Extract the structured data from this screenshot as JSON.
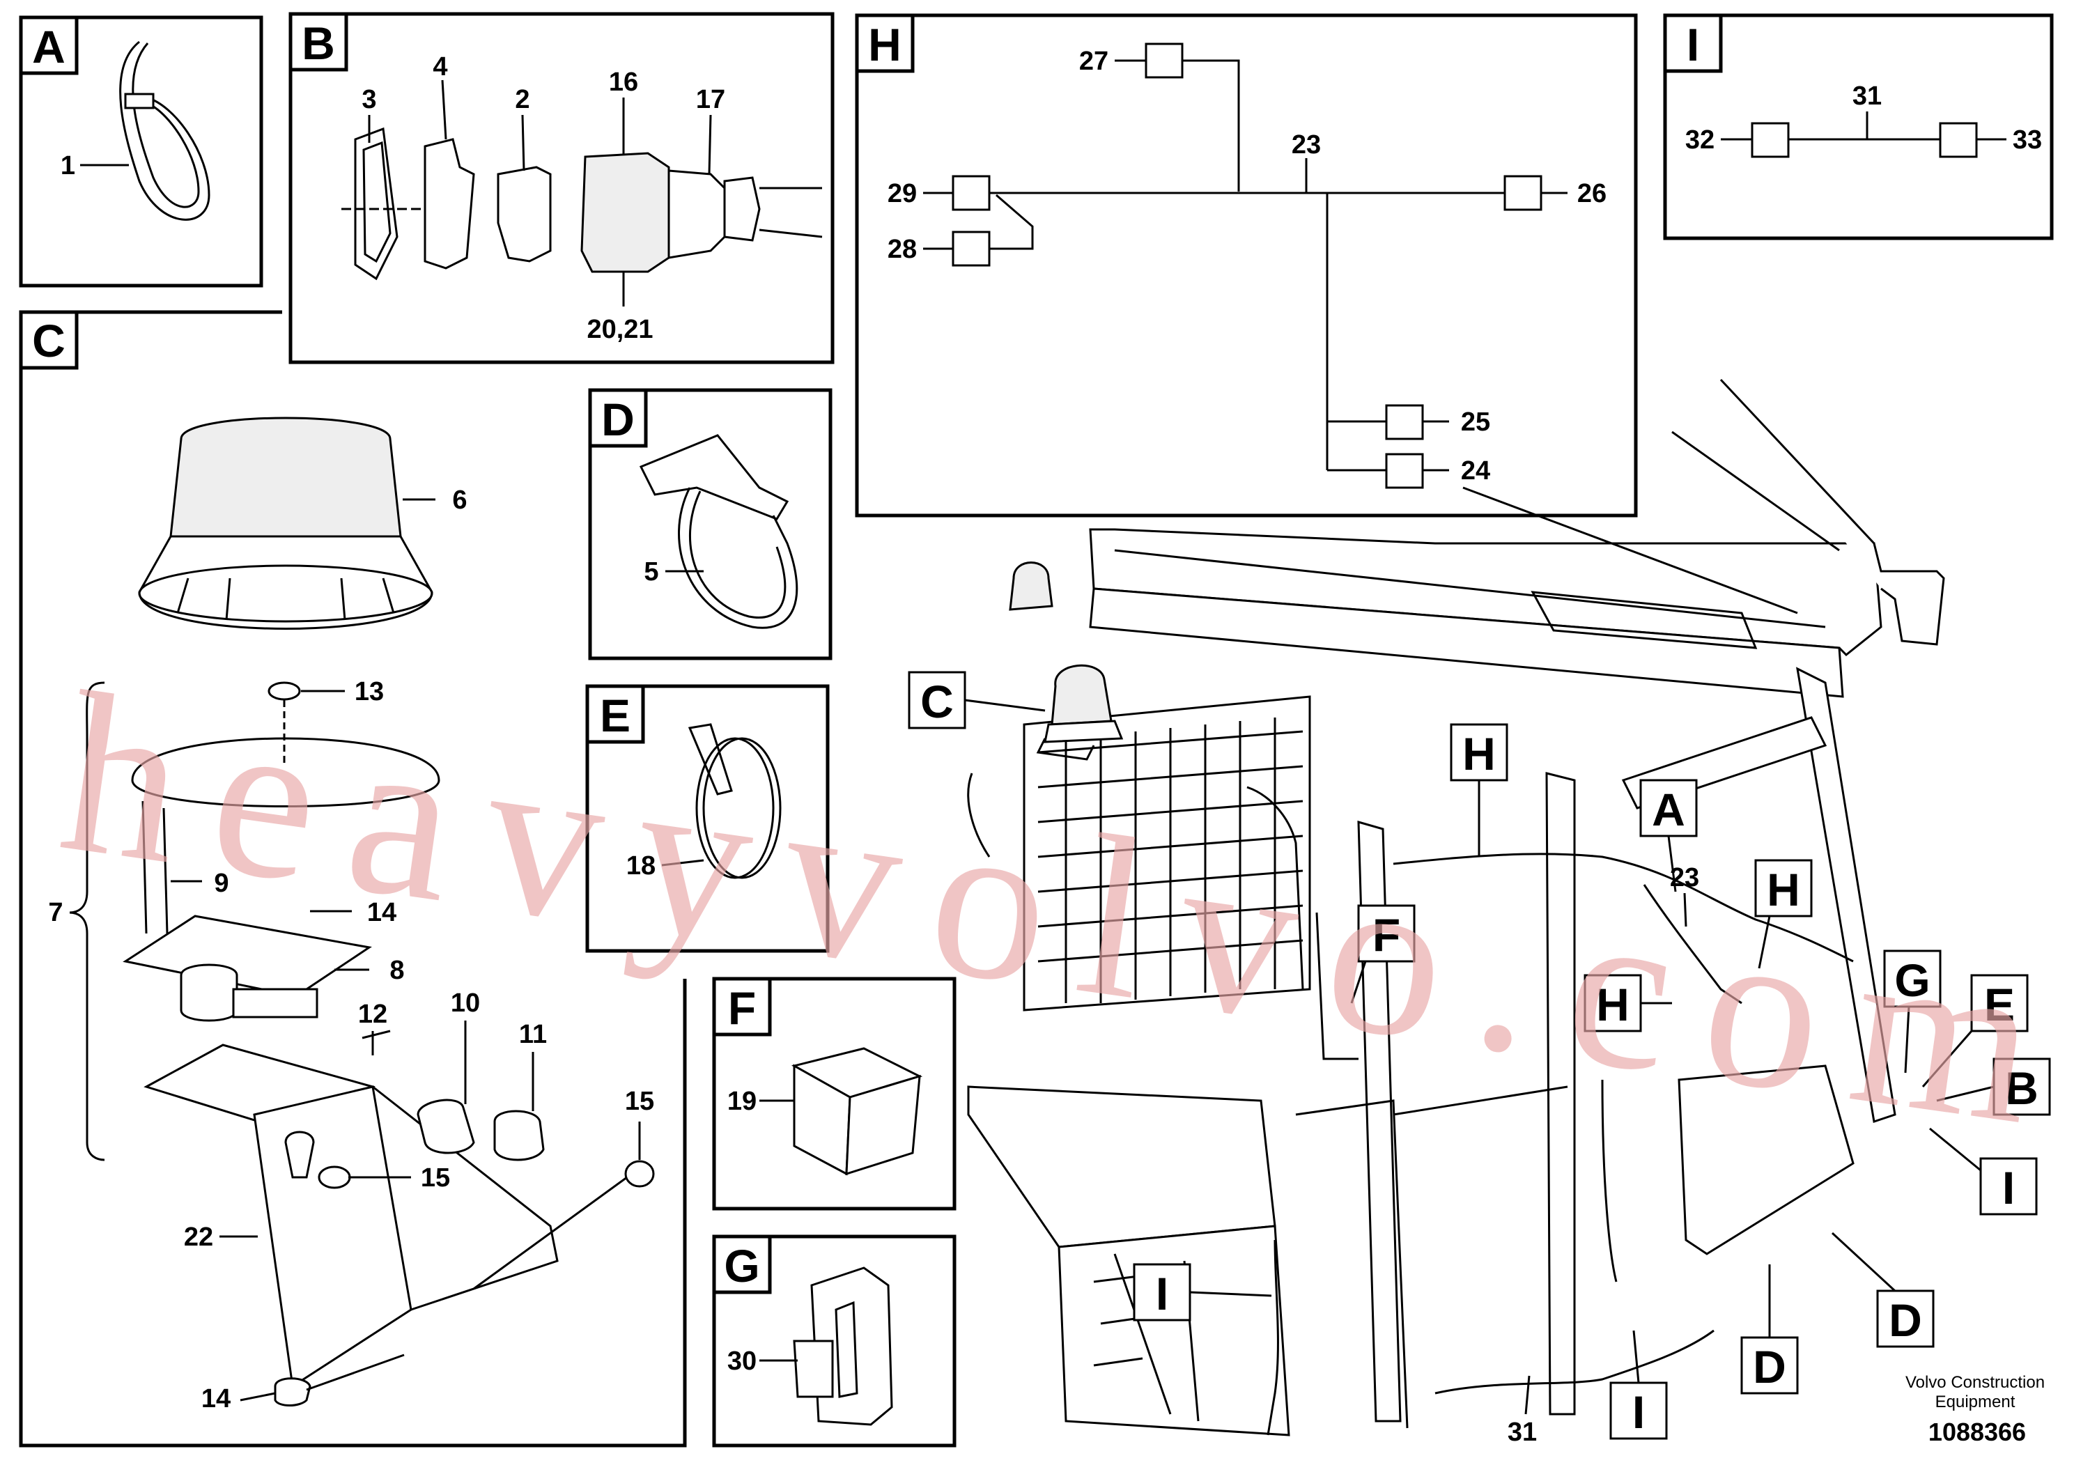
{
  "panels": {
    "A": {
      "letter": "A",
      "labels": [
        "1"
      ]
    },
    "B": {
      "letter": "B",
      "labels": [
        "3",
        "4",
        "2",
        "16",
        "17",
        "20,21"
      ]
    },
    "C": {
      "letter": "C",
      "labels": [
        "6",
        "13",
        "7",
        "9",
        "14",
        "8",
        "12",
        "10",
        "11",
        "15",
        "15",
        "22",
        "14"
      ]
    },
    "D": {
      "letter": "D",
      "labels": [
        "5"
      ]
    },
    "E": {
      "letter": "E",
      "labels": [
        "18"
      ]
    },
    "F": {
      "letter": "F",
      "labels": [
        "19"
      ]
    },
    "G": {
      "letter": "G",
      "labels": [
        "30"
      ]
    },
    "H": {
      "letter": "H",
      "labels": [
        "27",
        "23",
        "29",
        "26",
        "28",
        "25",
        "24"
      ]
    },
    "I": {
      "letter": "I",
      "labels": [
        "31",
        "32",
        "33"
      ]
    }
  },
  "overview": {
    "callouts": [
      "C",
      "H",
      "A",
      "H",
      "F",
      "H",
      "G",
      "E",
      "B",
      "I",
      "I",
      "D",
      "D",
      "I"
    ],
    "numbers": [
      "23",
      "31"
    ]
  },
  "footer": {
    "company_line1": "Volvo Construction",
    "company_line2": "Equipment",
    "drawing_number": "1088366"
  },
  "watermark": "heavyvolvo.com"
}
